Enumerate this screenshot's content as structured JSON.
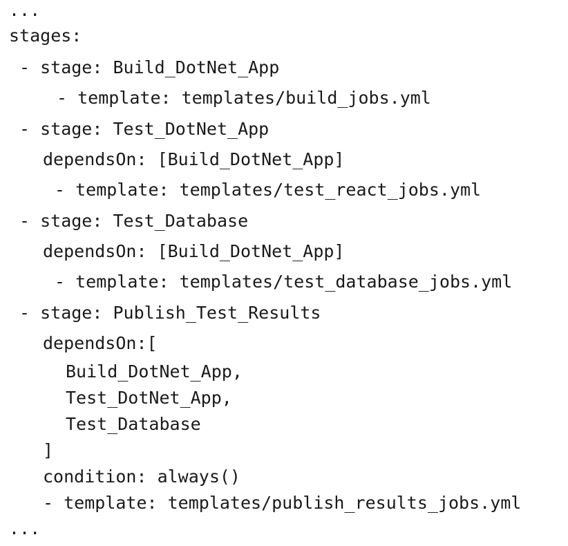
{
  "document": {
    "lines": [
      "...",
      "stages:",
      "- stage: Build_DotNet_App",
      "- template: templates/build_jobs.yml",
      "- stage: Test_DotNet_App",
      "dependsOn: [Build_DotNet_App]",
      "- template: templates/test_react_jobs.yml",
      "- stage: Test_Database",
      "dependsOn: [Build_DotNet_App]",
      "- template: templates/test_database_jobs.yml",
      "- stage: Publish_Test_Results",
      "dependsOn:[",
      "Build_DotNet_App,",
      "Test_DotNet_App,",
      "Test_Database",
      "]",
      "condition: always()",
      "- template: templates/publish_results_jobs.yml",
      "..."
    ]
  }
}
